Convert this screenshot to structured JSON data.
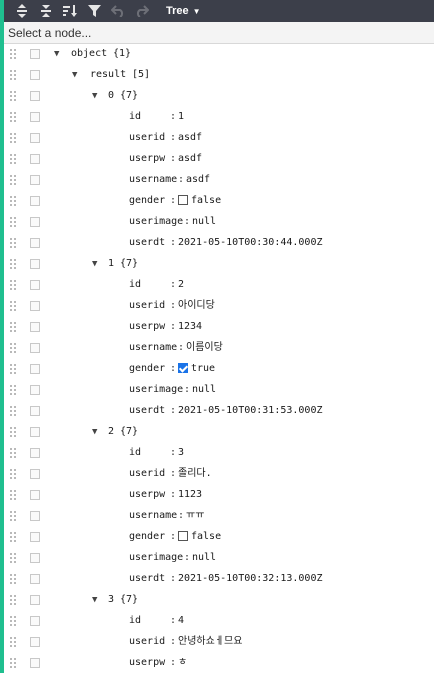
{
  "toolbar": {
    "mode_label": "Tree",
    "icons": [
      "expand-all-icon",
      "collapse-all-icon",
      "sort-icon",
      "filter-icon",
      "undo-icon",
      "redo-icon"
    ]
  },
  "navbar": {
    "placeholder": "Select a node..."
  },
  "colors": {
    "accent": "#1fbf8f",
    "menu_bg": "#3c3f4a",
    "checked": "#1a73e8"
  },
  "tree": [
    {
      "type": "obj",
      "level": 0,
      "key": "object",
      "count": "{1}"
    },
    {
      "type": "obj",
      "level": 1,
      "key": "result",
      "count": "[5]"
    },
    {
      "type": "obj",
      "level": 2,
      "key": "0",
      "count": "{7}"
    },
    {
      "type": "field",
      "key": "id",
      "value": "1"
    },
    {
      "type": "field",
      "key": "userid",
      "value": "asdf"
    },
    {
      "type": "field",
      "key": "userpw",
      "value": "asdf"
    },
    {
      "type": "field",
      "key": "username",
      "value": "asdf"
    },
    {
      "type": "bool",
      "key": "gender",
      "value": "false",
      "checked": false
    },
    {
      "type": "field",
      "key": "userimage",
      "value": "null"
    },
    {
      "type": "field",
      "key": "userdt",
      "value": "2021-05-10T00:30:44.000Z"
    },
    {
      "type": "obj",
      "level": 2,
      "key": "1",
      "count": "{7}"
    },
    {
      "type": "field",
      "key": "id",
      "value": "2"
    },
    {
      "type": "field",
      "key": "userid",
      "value": "아이디당"
    },
    {
      "type": "field",
      "key": "userpw",
      "value": "1234"
    },
    {
      "type": "field",
      "key": "username",
      "value": "이름이당"
    },
    {
      "type": "bool",
      "key": "gender",
      "value": "true",
      "checked": true
    },
    {
      "type": "field",
      "key": "userimage",
      "value": "null"
    },
    {
      "type": "field",
      "key": "userdt",
      "value": "2021-05-10T00:31:53.000Z"
    },
    {
      "type": "obj",
      "level": 2,
      "key": "2",
      "count": "{7}"
    },
    {
      "type": "field",
      "key": "id",
      "value": "3"
    },
    {
      "type": "field",
      "key": "userid",
      "value": "졸리다."
    },
    {
      "type": "field",
      "key": "userpw",
      "value": "1123"
    },
    {
      "type": "field",
      "key": "username",
      "value": "ㅠㅠ"
    },
    {
      "type": "bool",
      "key": "gender",
      "value": "false",
      "checked": false
    },
    {
      "type": "field",
      "key": "userimage",
      "value": "null"
    },
    {
      "type": "field",
      "key": "userdt",
      "value": "2021-05-10T00:32:13.000Z"
    },
    {
      "type": "obj",
      "level": 2,
      "key": "3",
      "count": "{7}"
    },
    {
      "type": "field",
      "key": "id",
      "value": "4"
    },
    {
      "type": "field",
      "key": "userid",
      "value": "안녕하쇼ㅔ므요"
    },
    {
      "type": "field",
      "key": "userpw",
      "value": "ㅎ"
    }
  ]
}
